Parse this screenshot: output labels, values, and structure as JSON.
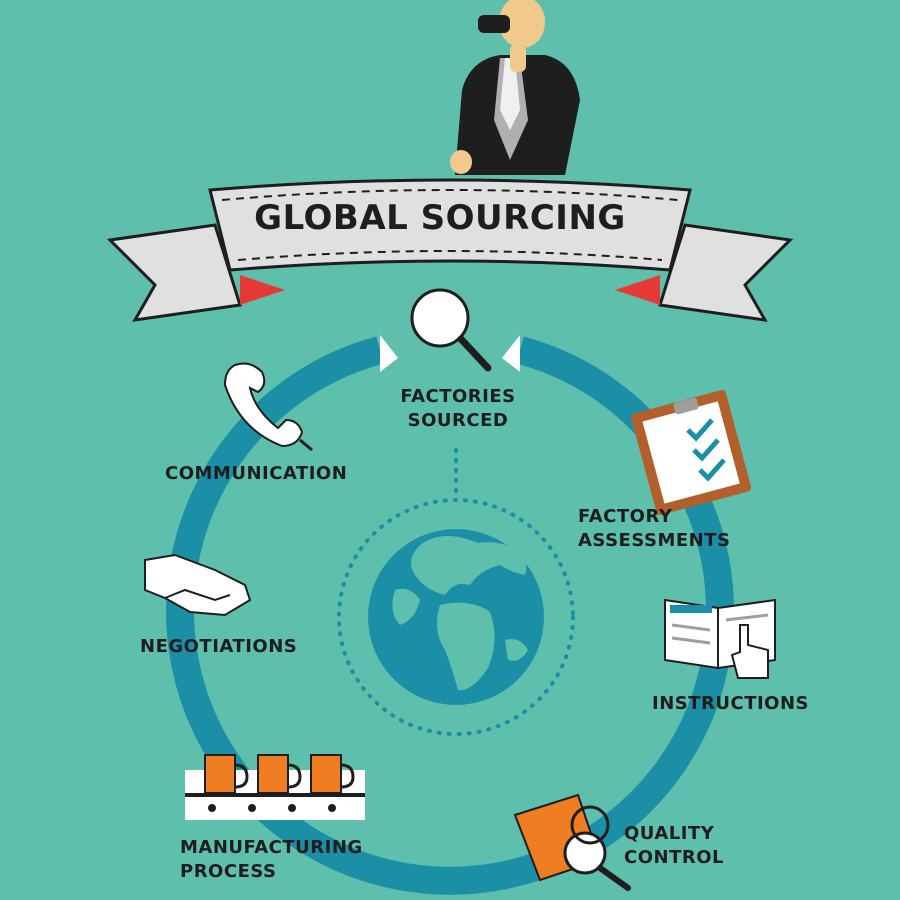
{
  "title": "GLOBAL SOURCING",
  "colors": {
    "background": "#5fbfad",
    "cycle_ring": "#1b8fa6",
    "globe_ocean": "#1b8fa6",
    "globe_land": "#5fbfad",
    "banner": "#e0e0e0",
    "banner_fold": "#e53935",
    "accent_orange": "#ef7d22"
  },
  "steps": [
    {
      "line1": "FACTORIES",
      "line2": "SOURCED",
      "icon": "magnifier-icon"
    },
    {
      "line1": "FACTORY",
      "line2": "ASSESSMENTS",
      "icon": "clipboard-checklist-icon"
    },
    {
      "line1": "INSTRUCTIONS",
      "line2": "",
      "icon": "open-book-icon"
    },
    {
      "line1": "QUALITY",
      "line2": "CONTROL",
      "icon": "quality-inspection-icon"
    },
    {
      "line1": "MANUFACTURING",
      "line2": "PROCESS",
      "icon": "conveyor-mugs-icon"
    },
    {
      "line1": "NEGOTIATIONS",
      "line2": "",
      "icon": "handshake-icon"
    },
    {
      "line1": "COMMUNICATION",
      "line2": "",
      "icon": "telephone-handset-icon"
    }
  ]
}
